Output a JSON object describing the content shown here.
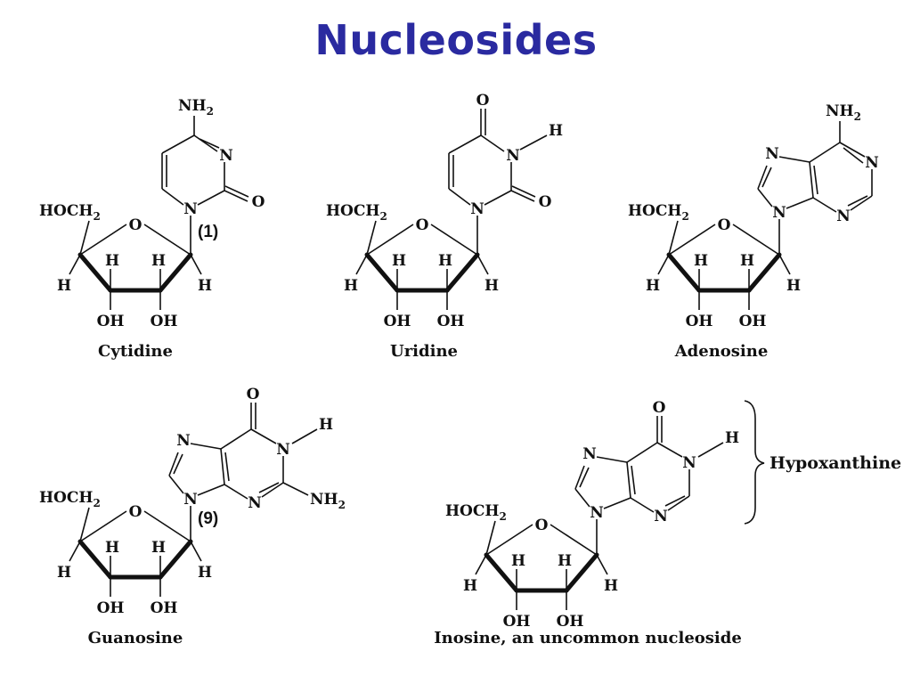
{
  "title": "Nucleosides",
  "labels": {
    "hoch2": "HOCH",
    "sub2": "2",
    "o": "O",
    "n": "N",
    "h": "H",
    "oh": "OH",
    "nh": "NH",
    "nh2_sub": "2"
  },
  "structures": [
    {
      "name": "Cytidine",
      "annotation": "(1)"
    },
    {
      "name": "Uridine",
      "annotation": ""
    },
    {
      "name": "Adenosine",
      "annotation": ""
    },
    {
      "name": "Guanosine",
      "annotation": "(9)"
    },
    {
      "name": "Inosine, an uncommon nucleoside",
      "annotation": ""
    }
  ],
  "brace_label": "Hypoxanthine"
}
